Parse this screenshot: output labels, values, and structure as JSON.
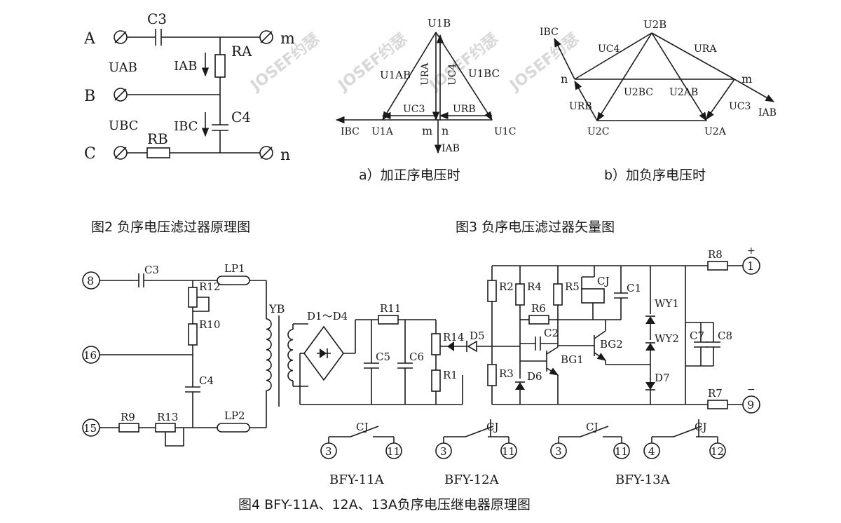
{
  "watermark": "JOSEF约瑟",
  "captions": {
    "fig2": "图2  负序电压滤过器原理图",
    "fig3": "图3  负序电压滤过器矢量图",
    "fig3a": "a）加正序电压时",
    "fig3b": "b）加负序电压时",
    "fig4": "图4  BFY-11A、12A、13A负序电压继电器原理图"
  },
  "fig2": {
    "A": "A",
    "B": "B",
    "C": "C",
    "m": "m",
    "n": "n",
    "C3": "C3",
    "C4": "C4",
    "RA": "RA",
    "RB": "RB",
    "UAB": "UAB",
    "UBC": "UBC",
    "IAB": "IAB",
    "IBC": "IBC"
  },
  "fig3a": {
    "U1B": "U1B",
    "U1A": "U1A",
    "U1C": "U1C",
    "U1AB": "U1AB",
    "U1BC": "U1BC",
    "URA": "URA",
    "UC4": "UC4",
    "UC3": "UC3",
    "URB": "URB",
    "m": "m",
    "n": "n",
    "IBC": "IBC",
    "IAB": "IAB"
  },
  "fig3b": {
    "U2B": "U2B",
    "U2C": "U2C",
    "U2A": "U2A",
    "UC4": "UC4",
    "URA": "URA",
    "U2BC": "U2BC",
    "U2AB": "U2AB",
    "URB": "URB",
    "UC3": "UC3",
    "IBC": "IBC",
    "IAB": "IAB",
    "n": "n",
    "m": "m"
  },
  "fig4": {
    "t8": "8",
    "t16": "16",
    "t15": "15",
    "t1": "1",
    "t9": "9",
    "C3": "C3",
    "R12": "R12",
    "R10": "R10",
    "C4": "C4",
    "R9": "R9",
    "R13": "R13",
    "LP1": "LP1",
    "LP2": "LP2",
    "YB": "YB",
    "D1D4": "D1～D4",
    "R11": "R11",
    "C5": "C5",
    "C6": "C6",
    "R14": "R14",
    "R1": "R1",
    "D5": "D5",
    "R2": "R2",
    "R3": "R3",
    "R4": "R4",
    "R5": "R5",
    "R6": "R6",
    "C2": "C2",
    "D6": "D6",
    "BG1": "BG1",
    "BG2": "BG2",
    "CJ": "CJ",
    "C1": "C1",
    "WY1": "WY1",
    "WY2": "WY2",
    "D7": "D7",
    "C7": "C7",
    "C8": "C8",
    "R8": "R8",
    "R7": "R7",
    "plus": "+",
    "minus": "−"
  },
  "contacts": [
    {
      "model": "BFY-11A",
      "left": "3",
      "right": "11",
      "label": "CJ"
    },
    {
      "model": "BFY-12A",
      "left": "3",
      "right": "11",
      "label": "CJ"
    },
    {
      "model": "BFY-13A",
      "left": "3",
      "right": "11",
      "label": "CJ"
    },
    {
      "model": "",
      "left": "4",
      "right": "12",
      "label": "CJ"
    }
  ]
}
